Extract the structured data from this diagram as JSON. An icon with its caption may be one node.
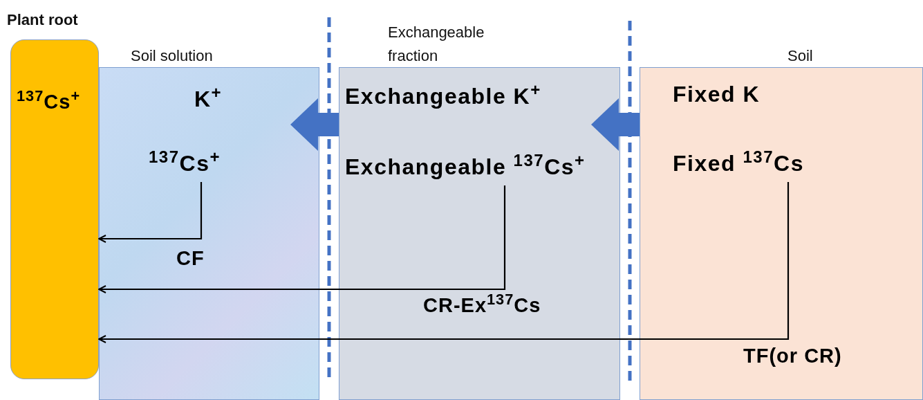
{
  "diagram": {
    "nodes": [
      {
        "text": [
          "Plant root",
          "$^{137}$Cs$^{+}$"
        ]
      },
      {
        "text": [
          "Soil solution"
        ]
      },
      {
        "text": [
          "K$^{+}$"
        ],
        "in": 1
      },
      {
        "text": [
          "$^{137}$Cs$^{+}$"
        ],
        "in": 1
      },
      {
        "text": [
          "Exchangeable fraction"
        ]
      },
      {
        "text": [
          "Exchangeable K$^{+}$"
        ],
        "in": 4
      },
      {
        "text": [
          "Exchangeable $^{137}$Cs$^{+}$"
        ],
        "in": 4
      },
      {
        "text": [
          "Soil"
        ]
      },
      {
        "text": [
          "Fixed K"
        ],
        "in": 7
      },
      {
        "text": [
          "Fixed $^{137}$Cs"
        ],
        "in": 7
      }
    ],
    "edges": [
      {
        "from": 3,
        "to": 0,
        "arrow": "to",
        "label": "CF"
      },
      {
        "from": 6,
        "to": 0,
        "arrow": "to",
        "label": "CR-Ex$^{137}$Cs"
      },
      {
        "from": 9,
        "to": 0,
        "arrow": "to",
        "label": "TF(or CR)"
      },
      {
        "from": 4,
        "to": 1,
        "arrow": "to",
        "style": "thick",
        "color": "#4472c4"
      },
      {
        "from": 7,
        "to": 4,
        "arrow": "to",
        "style": "thick",
        "color": "#4472c4"
      }
    ]
  }
}
